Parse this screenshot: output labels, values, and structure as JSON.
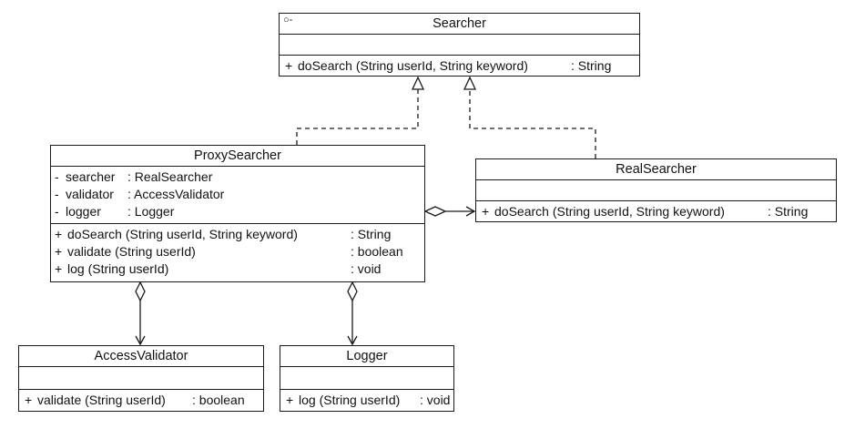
{
  "diagram": {
    "searcher": {
      "icon": "interface-lollipop-icon",
      "icon_glyph": "○-",
      "name": "Searcher",
      "ops": [
        {
          "vis": "+",
          "sig": "doSearch (String userId, String keyword)",
          "type": ": String"
        }
      ]
    },
    "proxy": {
      "name": "ProxySearcher",
      "attrs": [
        {
          "vis": "-",
          "name": "searcher",
          "type": ": RealSearcher"
        },
        {
          "vis": "-",
          "name": "validator",
          "type": ": AccessValidator"
        },
        {
          "vis": "-",
          "name": "logger",
          "type": ": Logger"
        }
      ],
      "ops": [
        {
          "vis": "+",
          "sig": "doSearch (String userId, String keyword)",
          "type": ": String"
        },
        {
          "vis": "+",
          "sig": "validate (String userId)",
          "type": ": boolean"
        },
        {
          "vis": "+",
          "sig": "log (String userId)",
          "type": ": void"
        }
      ]
    },
    "real": {
      "name": "RealSearcher",
      "ops": [
        {
          "vis": "+",
          "sig": "doSearch (String userId, String keyword)",
          "type": ": String"
        }
      ]
    },
    "validator": {
      "name": "AccessValidator",
      "ops": [
        {
          "vis": "+",
          "sig": "validate (String userId)",
          "type": ": boolean"
        }
      ]
    },
    "logger": {
      "name": "Logger",
      "ops": [
        {
          "vis": "+",
          "sig": "log (String userId)",
          "type": ": void"
        }
      ]
    },
    "colors": {
      "line": "#1a1a1a",
      "background": "#ffffff"
    }
  }
}
